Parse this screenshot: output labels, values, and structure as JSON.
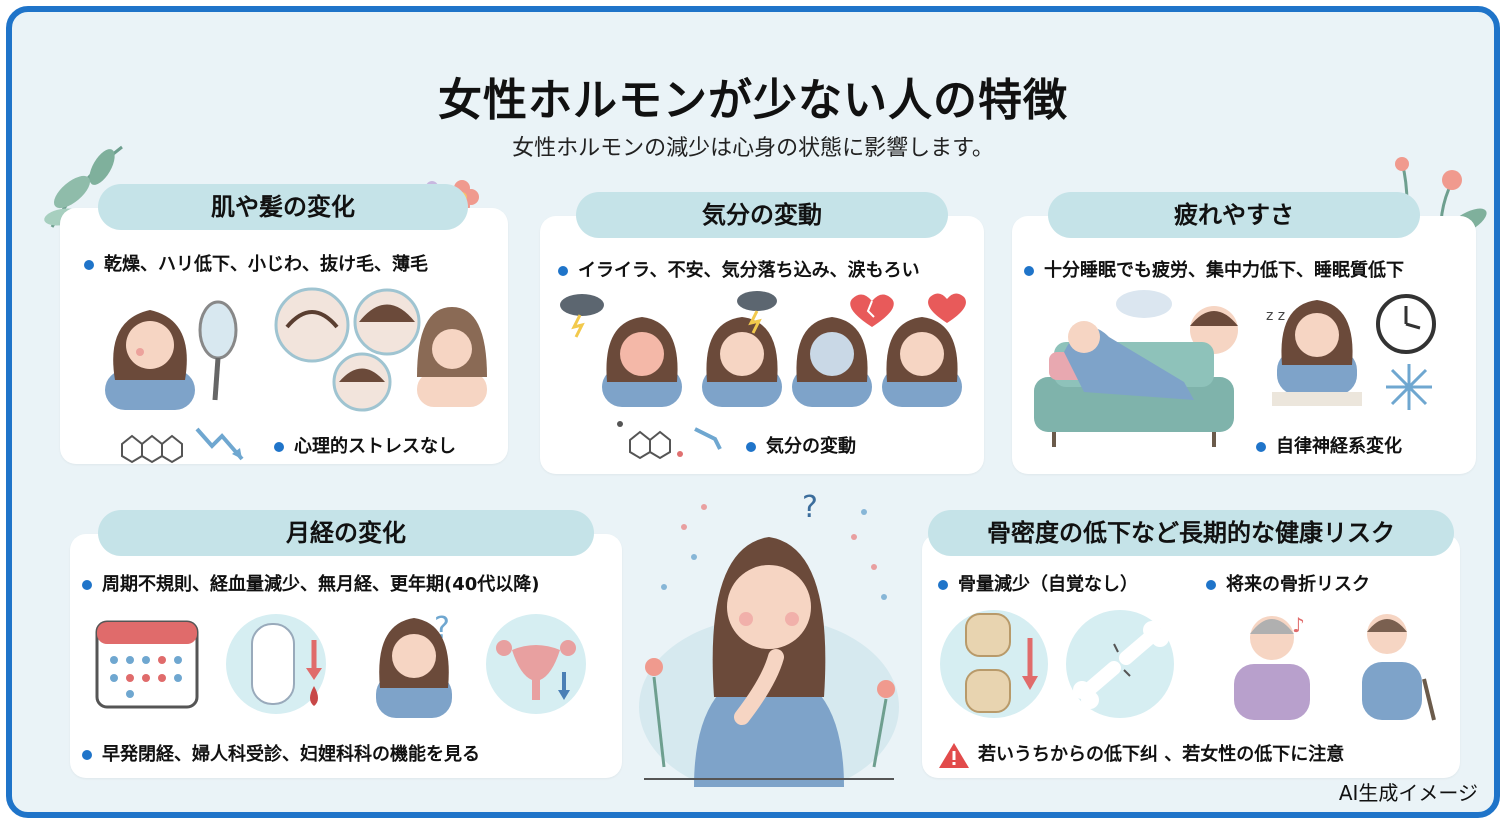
{
  "title": "女性ホルモンが少ない人の特徴",
  "subtitle": "女性ホルモンの減少は心身の状態に影響します。",
  "sections": {
    "skin": {
      "heading": "肌や髪の変化",
      "bullet": "乾燥、ハリ低下、小じわ、抜け毛、薄毛",
      "sub": "心理的ストレスなし"
    },
    "mood": {
      "heading": "気分の変動",
      "bullet": "イライラ、不安、気分落ち込み、涙もろい",
      "sub": "気分の変動"
    },
    "fatigue": {
      "heading": "疲れやすさ",
      "bullet": "十分睡眠でも疲労、集中力低下、睡眠質低下",
      "sub": "自律神経系変化"
    },
    "menstrual": {
      "heading": "月経の変化",
      "bullet": "周期不規則、経血量減少、無月経、更年期(40代以降)",
      "sub": "早発閉経、婦人科受診、妇娌科科の機能を見る"
    },
    "bone": {
      "heading": "骨密度の低下など長期的な健康リスク",
      "bullet1": "骨量減少（自覚なし）",
      "bullet2": "将来の骨折リスク",
      "warning": "若いうちからの低下纠 、若女性の低下に注意"
    }
  },
  "credit": "AI生成イメージ",
  "colors": {
    "frame": "#1f74c9",
    "background": "#eaf3f7",
    "pill": "#c5e3e8",
    "bullet": "#1f74c9",
    "shirt": "#7ea3c9",
    "hair": "#6b4a3a"
  }
}
